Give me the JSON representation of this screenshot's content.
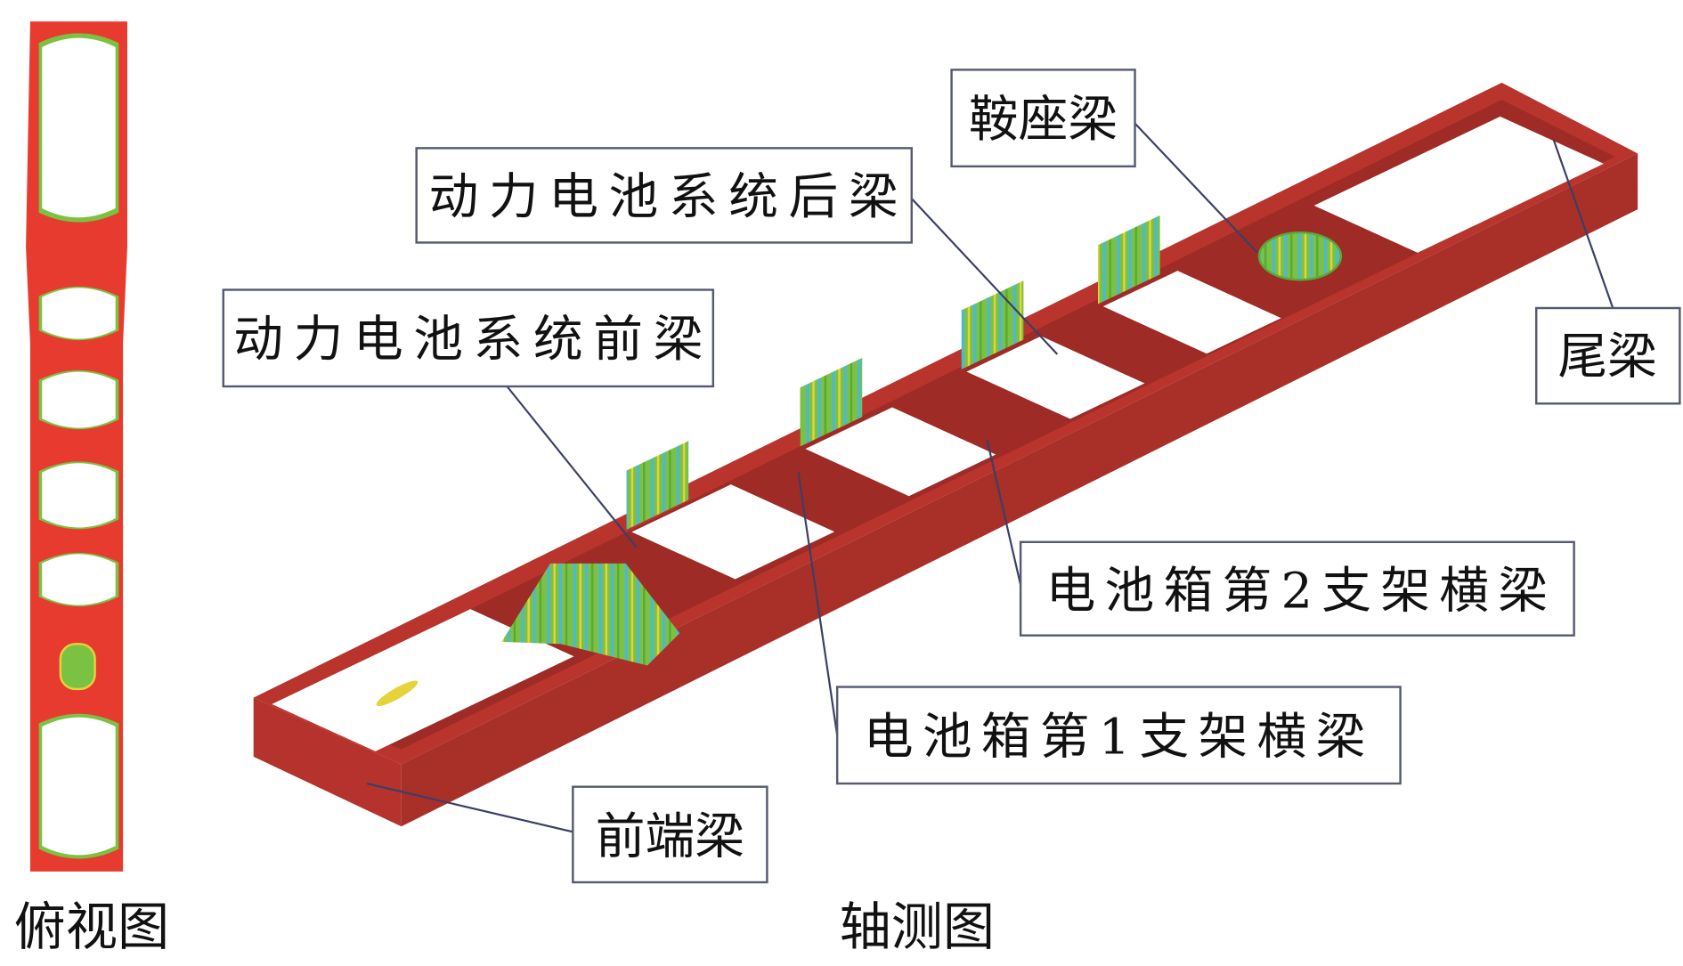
{
  "labels": {
    "saddle_beam": "鞍座梁",
    "battery_rear_beam": "动力电池系统后梁",
    "battery_front_beam": "动力电池系统前梁",
    "tail_beam": "尾梁",
    "battery_bracket_2": "电池箱第2支架横梁",
    "battery_bracket_1": "电池箱第1支架横梁",
    "front_end_beam": "前端梁"
  },
  "captions": {
    "top_view": "俯视图",
    "axonometric_view": "轴测图"
  },
  "colors": {
    "topview_red": "#E63B2E",
    "iso_red": "#B2312A",
    "iso_red_dark": "#992A25",
    "green": "#7CC242",
    "cyan": "#4FB9C9",
    "yellow": "#E6D33A"
  }
}
